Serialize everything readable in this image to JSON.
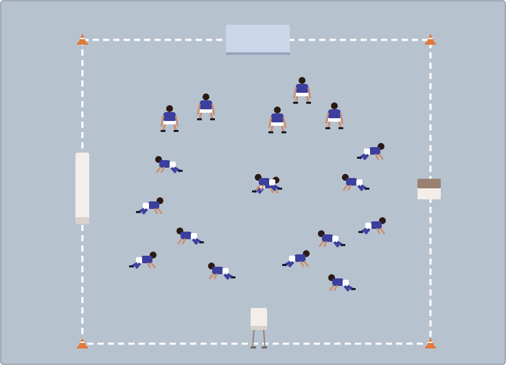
{
  "diagram": {
    "background_color": "#b7c2cf",
    "border_color": "#8e99a6",
    "boundary_line_color": "#ffffff",
    "cone_color": "#e07a3a",
    "player_shirt_color": "#3b3f9e",
    "player_shorts_color": "#ffffff",
    "pad_color": "#f3eee9",
    "pad_shade_color": "#9a8070",
    "tackle_bag_color": "#ccd6ea"
  },
  "players": [
    {
      "pose": "crouch"
    },
    {
      "pose": "crouch"
    },
    {
      "pose": "crouch"
    },
    {
      "pose": "crouch"
    },
    {
      "pose": "crouch"
    },
    {
      "pose": "crawl-right"
    },
    {
      "pose": "crawl-left"
    },
    {
      "pose": "crawl-right"
    },
    {
      "pose": "crawl-left"
    },
    {
      "pose": "crawl-right"
    },
    {
      "pose": "crawl-right"
    },
    {
      "pose": "crawl-left"
    },
    {
      "pose": "crawl-left"
    },
    {
      "pose": "crawl-right"
    },
    {
      "pose": "crawl-right"
    },
    {
      "pose": "crawl-left"
    },
    {
      "pose": "crawl-left"
    },
    {
      "pose": "crawl-left"
    }
  ]
}
